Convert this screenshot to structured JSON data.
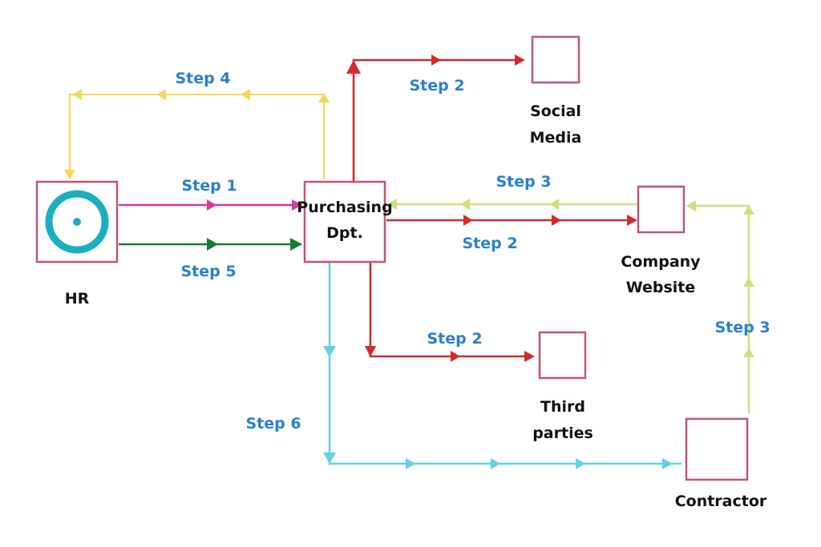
{
  "colors": {
    "box_border": "#c0577a",
    "step_text": "#2a7fd0",
    "node_text": "#111111",
    "hr_icon": "#1aaec0",
    "pink": "#d63aa0",
    "green": "#1a7a35",
    "yellow": "#f5d65a",
    "red": "#d62a2a",
    "lime": "#cde07a",
    "cyan": "#5fd3e3"
  },
  "nodes": {
    "hr": "HR",
    "purchasing_line1": "Purchasing",
    "purchasing_line2": "Dpt.",
    "social_line1": "Social",
    "social_line2": "Media",
    "website_line1": "Company",
    "website_line2": "Website",
    "third_line1": "Third",
    "third_line2": "parties",
    "contractor": "Contractor"
  },
  "steps": {
    "step1": "Step 1",
    "step2_social": "Step 2",
    "step2_website": "Step 2",
    "step2_third": "Step 2",
    "step3_website": "Step 3",
    "step3_contractor": "Step 3",
    "step4": "Step 4",
    "step5": "Step 5",
    "step6": "Step 6"
  },
  "icons": {
    "hr_icon": "target-icon"
  }
}
